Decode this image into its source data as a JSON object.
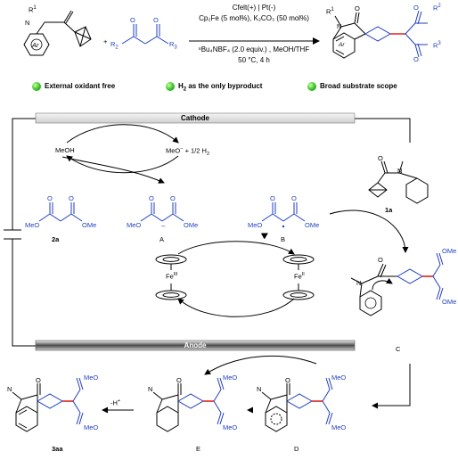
{
  "conditions": {
    "electrodes": "Cfelt(+) | Pt(-)",
    "catalyst": "Cp₂Fe (5 mol%), K₂CO₃ (50 mol%)",
    "electrolyte": "ⁿBu₄NBF₄ (2.0 equiv.) , MeOH/THF",
    "temp_time": "50 °C, 4 h"
  },
  "reactants": {
    "plus": "+",
    "R1": "R",
    "R1sup": "1",
    "Ar": "Ar",
    "R2": "R",
    "R2sub": "2",
    "R3": "R",
    "R3sub": "3"
  },
  "product": {
    "N": "N",
    "R1": "R",
    "R1sup": "1",
    "O": "O",
    "Ar": "Ar",
    "R2": "R",
    "R2sup": "2",
    "R3": "R",
    "R3sup": "3"
  },
  "features": [
    {
      "text_pre": "External oxidant free",
      "text_sub": "",
      "text_post": ""
    },
    {
      "text_pre": "H",
      "text_sub": "2",
      "text_post": " as the only byproduct"
    },
    {
      "text_pre": "Broad substrate scope",
      "text_sub": "",
      "text_post": ""
    }
  ],
  "electrodes": {
    "cathode": "Cathode",
    "anode": "Anode"
  },
  "cathode_reaction": {
    "left": "MeOH",
    "right_pre": "MeO",
    "right_sup": "−",
    "right_post": " + 1/2 H",
    "right_sub": "2"
  },
  "labels": {
    "m2a": "2a",
    "A": "A",
    "B": "B",
    "s1a": "1a",
    "C": "C",
    "D": "D",
    "E": "E",
    "p3aa": "3aa"
  },
  "groups": {
    "MeO": "MeO",
    "OMe": "OMe",
    "O": "O",
    "N": "N",
    "minusH": "-H",
    "minusH_sup": "+"
  },
  "ferrocene": {
    "fe3": "Fe",
    "fe3_sup": "III",
    "fe2": "Fe",
    "fe2_sup": "II"
  },
  "colors": {
    "black": "#000000",
    "blue": "#1f3fbf",
    "red": "#e0201c",
    "bullet": "#37c02a",
    "cathode_fill": "#d9d9d9",
    "anode_dark": "#3a3a3a"
  }
}
